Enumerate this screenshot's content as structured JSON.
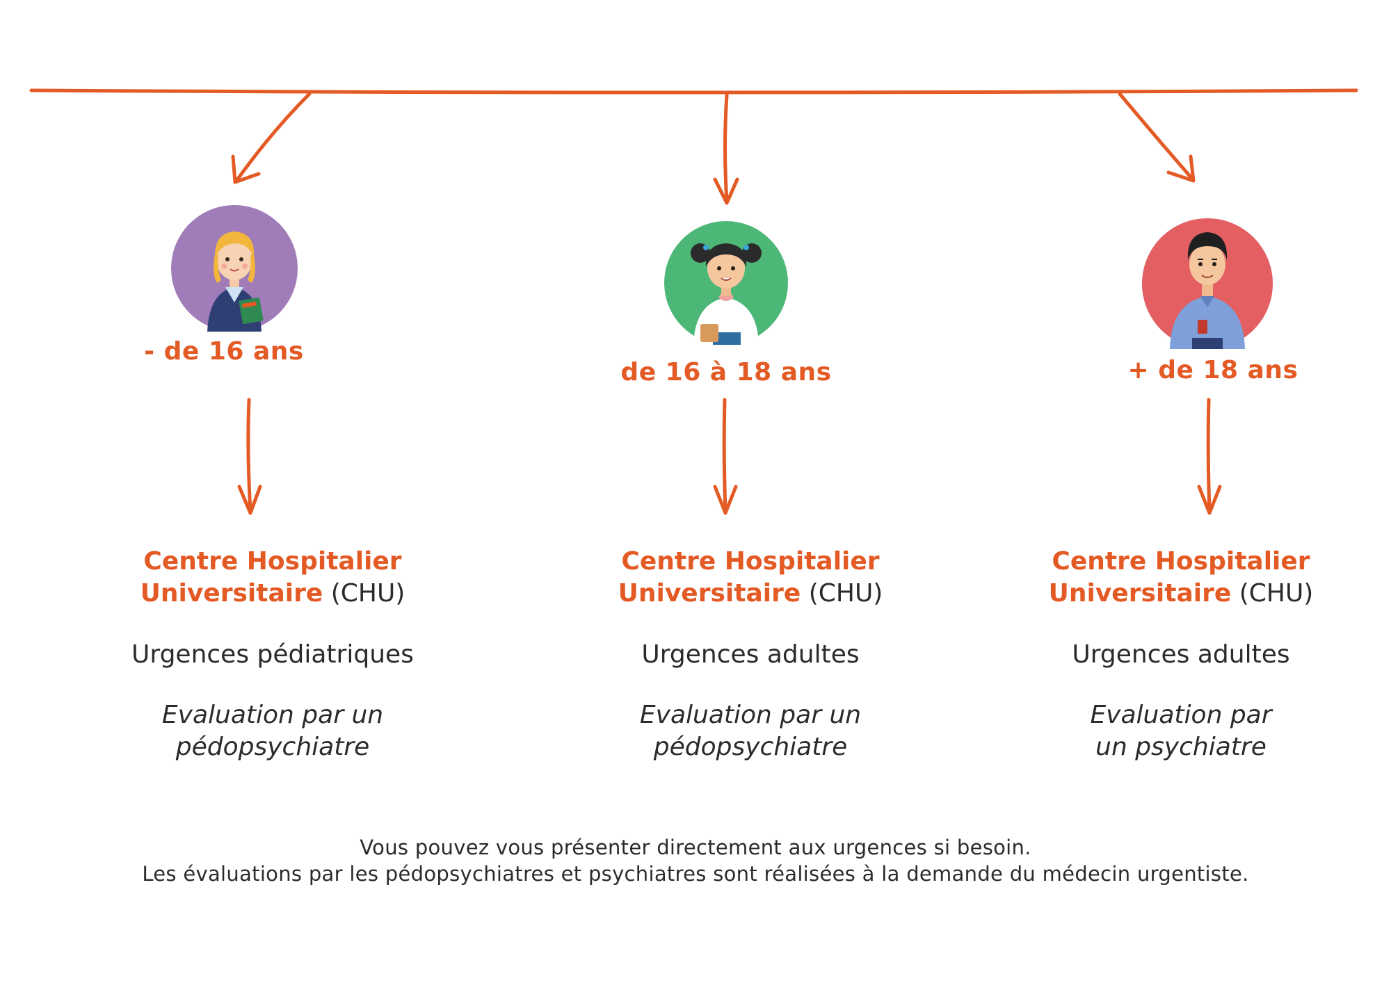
{
  "colors": {
    "accent": "#e35a25",
    "text": "#2b2b2b"
  },
  "columns": [
    {
      "age": "- de 16 ans",
      "avatar": {
        "icon": "girl-schoolchild-avatar-icon",
        "bg": "#a07cb8"
      },
      "hospital_bold_line1": "Centre Hospitalier",
      "hospital_bold_line2": "Universitaire",
      "hospital_suffix": "(CHU)",
      "service": "Urgences pédiatriques",
      "evaluation_line1": "Evaluation par un",
      "evaluation_line2": "pédopsychiatre"
    },
    {
      "age": "de 16 à 18 ans",
      "avatar": {
        "icon": "teen-girl-avatar-icon",
        "bg": "#4db777"
      },
      "hospital_bold_line1": "Centre Hospitalier",
      "hospital_bold_line2": "Universitaire",
      "hospital_suffix": "(CHU)",
      "service": "Urgences adultes",
      "evaluation_line1": "Evaluation par un",
      "evaluation_line2": "pédopsychiatre"
    },
    {
      "age": "+ de 18 ans",
      "avatar": {
        "icon": "adult-man-avatar-icon",
        "bg": "#e35f62"
      },
      "hospital_bold_line1": "Centre Hospitalier",
      "hospital_bold_line2": "Universitaire",
      "hospital_suffix": "(CHU)",
      "service": "Urgences adultes",
      "evaluation_line1": "Evaluation par",
      "evaluation_line2": "un psychiatre"
    }
  ],
  "footer": {
    "line1": "Vous pouvez vous présenter directement aux urgences si besoin.",
    "line2": "Les évaluations par les pédopsychiatres et psychiatres sont réalisées à la demande du médecin urgentiste."
  }
}
